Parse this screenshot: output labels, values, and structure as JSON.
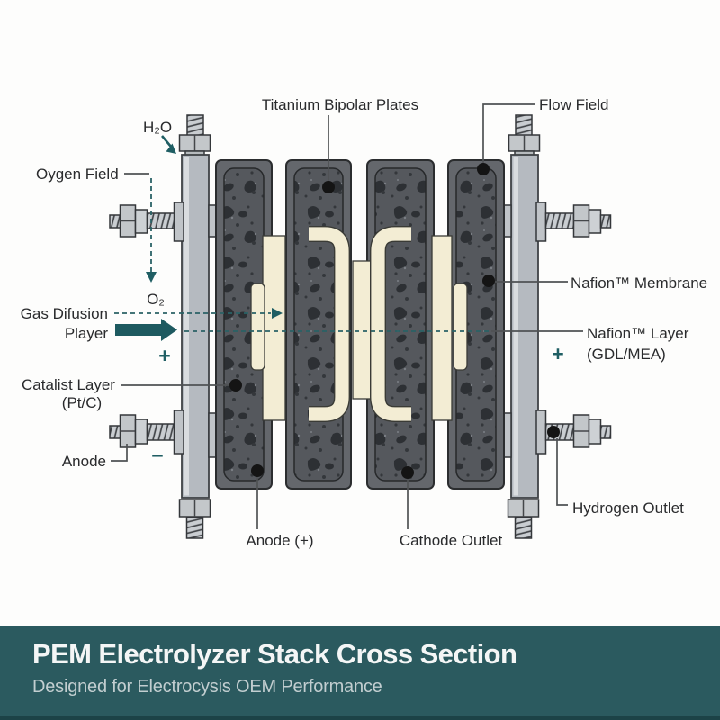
{
  "palette": {
    "accent_teal": "#1f5e63",
    "footer_background": "#2b5a5f",
    "footer_title_color": "#f4f6f6",
    "footer_subtitle_color": "#c2ced0",
    "plate_frame": "#64676c",
    "plate_texture": "#55585d",
    "plate_blobs": "#2d3034",
    "end_plate_metal": "#b5bac0",
    "bolt_metal": "#c3c7ca",
    "mea_cream": "#f3edd4",
    "leader_line": "#4f5254",
    "background": "#fdfdfc"
  },
  "diagram": {
    "top_labels": {
      "titanium": "Titanium Bipolar Plates",
      "flow_field": "Flow Field"
    },
    "left_labels": {
      "h2o": "H₂O",
      "oxygen_field": "Oygen Field",
      "o2": "O₂",
      "gas_diffusion_1": "Gas Difusion",
      "gas_diffusion_2": "Player",
      "plus": "+",
      "catalyst_1": "Catalist Layer",
      "catalyst_2": "(Pt/C)",
      "anode": "Anode",
      "minus": "−"
    },
    "right_labels": {
      "membrane": "Nafion™ Membrane",
      "nafion_layer_1": "Nafion™ Layer",
      "nafion_layer_2": "(GDL/MEA)",
      "plus": "+",
      "hydrogen_outlet": "Hydrogen Outlet"
    },
    "bottom_labels": {
      "anode_plus": "Anode (+)",
      "cathode_outlet": "Cathode Outlet"
    }
  },
  "footer": {
    "title": "PEM Electrolyzer Stack Cross Section",
    "subtitle": "Designed for Electrocysis OEM Performance"
  }
}
